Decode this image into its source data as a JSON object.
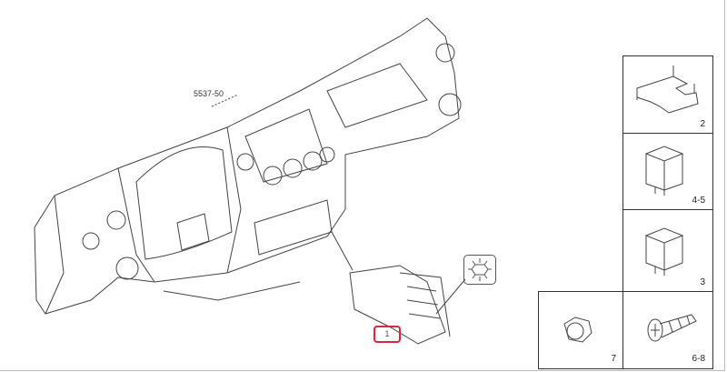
{
  "diagram": {
    "reference_label": "5537-50",
    "callout_main": "1",
    "parts": [
      {
        "label": "2",
        "icon": "bracket-icon"
      },
      {
        "label": "4-5",
        "icon": "relay-icon"
      },
      {
        "label": "3",
        "icon": "relay-icon"
      },
      {
        "label": "7",
        "icon": "nut-icon"
      },
      {
        "label": "6-8",
        "icon": "screw-icon"
      }
    ],
    "highlight_color": "#d9283b"
  }
}
